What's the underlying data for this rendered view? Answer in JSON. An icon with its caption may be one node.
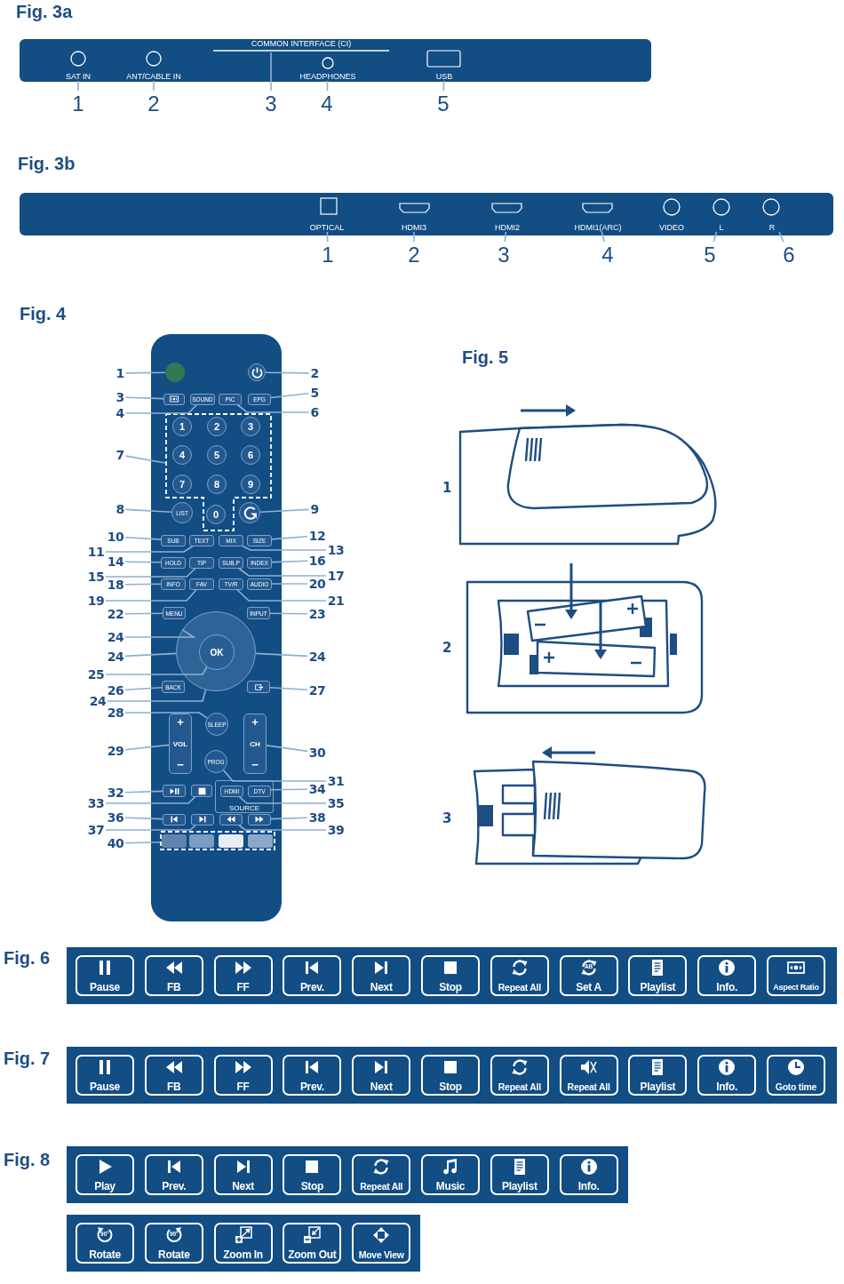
{
  "diagram": {
    "nodes": [
      {
        "text": [],
        "shape": "box"
      },
      {
        "text": [
          "SAT IN"
        ],
        "in": 0
      },
      {
        "text": [
          "ANT/CABLE IN"
        ],
        "in": 0
      },
      {
        "text": [
          "COMMON INTERFACE (CI)"
        ],
        "in": 0
      },
      {
        "text": [
          "HEADPHONES"
        ],
        "in": 0
      },
      {
        "text": [
          "USB"
        ],
        "in": 0
      },
      {
        "text": [
          "1"
        ]
      },
      {
        "text": [
          "2"
        ]
      },
      {
        "text": [
          "3"
        ]
      },
      {
        "text": [
          "4"
        ]
      },
      {
        "text": [
          "5"
        ]
      },
      {
        "text": [],
        "shape": "box"
      },
      {
        "text": [
          "OPTICAL"
        ],
        "in": 11
      },
      {
        "text": [
          "HDMI3"
        ],
        "in": 11
      },
      {
        "text": [
          "HDMI2"
        ],
        "in": 11
      },
      {
        "text": [
          "HDMI1(ARC)"
        ],
        "in": 11
      },
      {
        "text": [
          "VIDEO"
        ],
        "in": 11
      },
      {
        "text": [
          "L"
        ],
        "in": 11
      },
      {
        "text": [
          "R"
        ],
        "in": 11
      },
      {
        "text": [
          "1"
        ]
      },
      {
        "text": [
          "2"
        ]
      },
      {
        "text": [
          "3"
        ]
      },
      {
        "text": [
          "4"
        ]
      },
      {
        "text": [
          "5"
        ]
      },
      {
        "text": [
          "6"
        ]
      },
      {
        "text": [],
        "shape": "box"
      },
      {
        "text": [],
        "shape": "circle",
        "in": 25
      },
      {
        "text": [],
        "shape": "circle",
        "in": 25
      },
      {
        "text": [],
        "shape": "box",
        "in": 25
      },
      {
        "text": [
          "SOUND"
        ],
        "in": 25
      },
      {
        "text": [
          "PIC"
        ],
        "in": 25
      },
      {
        "text": [
          "EPG"
        ],
        "in": 25
      },
      {
        "text": [],
        "shape": "box",
        "in": 25
      },
      {
        "text": [
          "1"
        ],
        "in": 32
      },
      {
        "text": [
          "2"
        ],
        "in": 32
      },
      {
        "text": [
          "3"
        ],
        "in": 32
      },
      {
        "text": [
          "4"
        ],
        "in": 32
      },
      {
        "text": [
          "5"
        ],
        "in": 32
      },
      {
        "text": [
          "6"
        ],
        "in": 32
      },
      {
        "text": [
          "7"
        ],
        "in": 32
      },
      {
        "text": [
          "8"
        ],
        "in": 32
      },
      {
        "text": [
          "9"
        ],
        "in": 32
      },
      {
        "text": [
          "0"
        ],
        "in": 32
      },
      {
        "text": [
          "LIST"
        ],
        "in": 25
      },
      {
        "text": [],
        "shape": "circle",
        "in": 25
      },
      {
        "text": [
          "SUB"
        ],
        "in": 25
      },
      {
        "text": [
          "TEXT"
        ],
        "in": 25
      },
      {
        "text": [
          "MIX"
        ],
        "in": 25
      },
      {
        "text": [
          "SIZE"
        ],
        "in": 25
      },
      {
        "text": [
          "HOLD"
        ],
        "in": 25
      },
      {
        "text": [
          "TIP"
        ],
        "in": 25
      },
      {
        "text": [
          "SUB.P"
        ],
        "in": 25
      },
      {
        "text": [
          "INDEX"
        ],
        "in": 25
      },
      {
        "text": [
          "INFO"
        ],
        "in": 25
      },
      {
        "text": [
          "FAV"
        ],
        "in": 25
      },
      {
        "text": [
          "TV/R"
        ],
        "in": 25
      },
      {
        "text": [
          "AUDIO"
        ],
        "in": 25
      },
      {
        "text": [
          "MENU"
        ],
        "in": 25
      },
      {
        "text": [
          "INPUT"
        ],
        "in": 25
      },
      {
        "text": [],
        "shape": "circle",
        "in": 25
      },
      {
        "text": [
          "OK"
        ],
        "in": 59
      },
      {
        "text": [
          "BACK"
        ],
        "in": 25
      },
      {
        "text": [],
        "shape": "box",
        "in": 25
      },
      {
        "text": [
          "+",
          "VOL",
          "−"
        ],
        "in": 25
      },
      {
        "text": [
          "SLEEP"
        ],
        "in": 25
      },
      {
        "text": [
          "+",
          "CH",
          "−"
        ],
        "in": 25
      },
      {
        "text": [
          "PROG"
        ],
        "in": 25
      },
      {
        "text": [],
        "shape": "box",
        "in": 25
      },
      {
        "text": [],
        "shape": "box",
        "in": 25
      },
      {
        "text": [
          "SOURCE"
        ],
        "in": 25
      },
      {
        "text": [
          "HDMI"
        ],
        "in": 69
      },
      {
        "text": [
          "DTV"
        ],
        "in": 69
      },
      {
        "text": [],
        "shape": "box",
        "in": 25
      },
      {
        "text": [],
        "shape": "box",
        "in": 25
      },
      {
        "text": [],
        "shape": "box",
        "in": 25
      },
      {
        "text": [],
        "shape": "box",
        "in": 25
      },
      {
        "text": [],
        "shape": "box",
        "in": 25
      },
      {
        "text": [],
        "shape": "box",
        "in": 76
      },
      {
        "text": [],
        "shape": "box",
        "in": 76
      },
      {
        "text": [],
        "shape": "box",
        "in": 76
      },
      {
        "text": [],
        "shape": "box",
        "in": 76
      },
      {
        "text": [
          "1"
        ]
      },
      {
        "text": [
          "2"
        ]
      },
      {
        "text": [
          "3"
        ]
      },
      {
        "text": [
          "4"
        ]
      },
      {
        "text": [
          "5"
        ]
      },
      {
        "text": [
          "6"
        ]
      },
      {
        "text": [
          "7"
        ]
      },
      {
        "text": [
          "8"
        ]
      },
      {
        "text": [
          "9"
        ]
      },
      {
        "text": [
          "10"
        ]
      },
      {
        "text": [
          "11"
        ]
      },
      {
        "text": [
          "12"
        ]
      },
      {
        "text": [
          "13"
        ]
      },
      {
        "text": [
          "14"
        ]
      },
      {
        "text": [
          "15"
        ]
      },
      {
        "text": [
          "16"
        ]
      },
      {
        "text": [
          "17"
        ]
      },
      {
        "text": [
          "18"
        ]
      },
      {
        "text": [
          "19"
        ]
      },
      {
        "text": [
          "20"
        ]
      },
      {
        "text": [
          "21"
        ]
      },
      {
        "text": [
          "22"
        ]
      },
      {
        "text": [
          "23"
        ]
      },
      {
        "text": [
          "24"
        ]
      },
      {
        "text": [
          "24"
        ]
      },
      {
        "text": [
          "24"
        ]
      },
      {
        "text": [
          "25"
        ]
      },
      {
        "text": [
          "26"
        ]
      },
      {
        "text": [
          "27"
        ]
      },
      {
        "text": [
          "24"
        ]
      },
      {
        "text": [
          "28"
        ]
      },
      {
        "text": [
          "29"
        ]
      },
      {
        "text": [
          "30"
        ]
      },
      {
        "text": [
          "31"
        ]
      },
      {
        "text": [
          "32"
        ]
      },
      {
        "text": [
          "33"
        ]
      },
      {
        "text": [
          "34"
        ]
      },
      {
        "text": [
          "35"
        ]
      },
      {
        "text": [
          "36"
        ]
      },
      {
        "text": [
          "37"
        ]
      },
      {
        "text": [
          "38"
        ]
      },
      {
        "text": [
          "39"
        ]
      },
      {
        "text": [
          "40"
        ]
      },
      {
        "text": [],
        "shape": "box"
      },
      {
        "text": [
          "Pause"
        ],
        "in": 124
      },
      {
        "text": [
          "FB"
        ],
        "in": 124
      },
      {
        "text": [
          "FF"
        ],
        "in": 124
      },
      {
        "text": [
          "Prev."
        ],
        "in": 124
      },
      {
        "text": [
          "Next"
        ],
        "in": 124
      },
      {
        "text": [
          "Stop"
        ],
        "in": 124
      },
      {
        "text": [
          "Repeat All"
        ],
        "in": 124
      },
      {
        "text": [
          "AB",
          "Set A"
        ],
        "in": 124
      },
      {
        "text": [
          "Playlist"
        ],
        "in": 124
      },
      {
        "text": [
          "Info."
        ],
        "in": 124
      },
      {
        "text": [
          "Aspect Ratio"
        ],
        "in": 124
      },
      {
        "text": [],
        "shape": "box"
      },
      {
        "text": [
          "Pause"
        ],
        "in": 136
      },
      {
        "text": [
          "FB"
        ],
        "in": 136
      },
      {
        "text": [
          "FF"
        ],
        "in": 136
      },
      {
        "text": [
          "Prev."
        ],
        "in": 136
      },
      {
        "text": [
          "Next"
        ],
        "in": 136
      },
      {
        "text": [
          "Stop"
        ],
        "in": 136
      },
      {
        "text": [
          "Repeat All"
        ],
        "in": 136
      },
      {
        "text": [
          "Repeat All"
        ],
        "in": 136
      },
      {
        "text": [
          "Playlist"
        ],
        "in": 136
      },
      {
        "text": [
          "Info."
        ],
        "in": 136
      },
      {
        "text": [
          "Goto time"
        ],
        "in": 136
      },
      {
        "text": [],
        "shape": "box"
      },
      {
        "text": [
          "Play"
        ],
        "in": 148
      },
      {
        "text": [
          "Prev."
        ],
        "in": 148
      },
      {
        "text": [
          "Next"
        ],
        "in": 148
      },
      {
        "text": [
          "Stop"
        ],
        "in": 148
      },
      {
        "text": [
          "Repeat All"
        ],
        "in": 148
      },
      {
        "text": [
          "Music"
        ],
        "in": 148
      },
      {
        "text": [
          "Playlist"
        ],
        "in": 148
      },
      {
        "text": [
          "Info."
        ],
        "in": 148
      },
      {
        "text": [],
        "shape": "box"
      },
      {
        "text": [
          "90°",
          "Rotate"
        ],
        "in": 157
      },
      {
        "text": [
          "90°",
          "Rotate"
        ],
        "in": 157
      },
      {
        "text": [
          "Zoom In"
        ],
        "in": 157
      },
      {
        "text": [
          "Zoom Out"
        ],
        "in": 157
      },
      {
        "text": [
          "Move View"
        ],
        "in": 157
      }
    ],
    "edges": [
      {
        "from": 6,
        "to": 1,
        "arrow": "none"
      },
      {
        "from": 7,
        "to": 2,
        "arrow": "none"
      },
      {
        "from": 8,
        "to": 3,
        "arrow": "none"
      },
      {
        "from": 9,
        "to": 4,
        "arrow": "none"
      },
      {
        "from": 10,
        "to": 5,
        "arrow": "none"
      },
      {
        "from": 19,
        "to": 12,
        "arrow": "none"
      },
      {
        "from": 20,
        "to": 13,
        "arrow": "none"
      },
      {
        "from": 21,
        "to": 14,
        "arrow": "none"
      },
      {
        "from": 22,
        "to": 15,
        "arrow": "none"
      },
      {
        "from": 23,
        "to": 17,
        "arrow": "none"
      },
      {
        "from": 24,
        "to": 18,
        "arrow": "none"
      },
      {
        "from": 81,
        "to": 26,
        "arrow": "none"
      },
      {
        "from": 82,
        "to": 27,
        "arrow": "none"
      },
      {
        "from": 83,
        "to": 28,
        "arrow": "none"
      },
      {
        "from": 84,
        "to": 29,
        "arrow": "none"
      },
      {
        "from": 85,
        "to": 31,
        "arrow": "none"
      },
      {
        "from": 86,
        "to": 30,
        "arrow": "none"
      },
      {
        "from": 87,
        "to": 32,
        "arrow": "none"
      },
      {
        "from": 88,
        "to": 43,
        "arrow": "none"
      },
      {
        "from": 89,
        "to": 44,
        "arrow": "none"
      },
      {
        "from": 90,
        "to": 45,
        "arrow": "none"
      },
      {
        "from": 91,
        "to": 46,
        "arrow": "none"
      },
      {
        "from": 92,
        "to": 48,
        "arrow": "none"
      },
      {
        "from": 93,
        "to": 47,
        "arrow": "none"
      },
      {
        "from": 94,
        "to": 49,
        "arrow": "none"
      },
      {
        "from": 95,
        "to": 50,
        "arrow": "none"
      },
      {
        "from": 96,
        "to": 52,
        "arrow": "none"
      },
      {
        "from": 97,
        "to": 51,
        "arrow": "none"
      },
      {
        "from": 98,
        "to": 53,
        "arrow": "none"
      },
      {
        "from": 99,
        "to": 54,
        "arrow": "none"
      },
      {
        "from": 100,
        "to": 56,
        "arrow": "none"
      },
      {
        "from": 101,
        "to": 55,
        "arrow": "none"
      },
      {
        "from": 102,
        "to": 57,
        "arrow": "none"
      },
      {
        "from": 103,
        "to": 58,
        "arrow": "none"
      },
      {
        "from": 104,
        "to": 59,
        "arrow": "none"
      },
      {
        "from": 105,
        "to": 59,
        "arrow": "none"
      },
      {
        "from": 106,
        "to": 59,
        "arrow": "none"
      },
      {
        "from": 107,
        "to": 60,
        "arrow": "none"
      },
      {
        "from": 108,
        "to": 61,
        "arrow": "none"
      },
      {
        "from": 109,
        "to": 62,
        "arrow": "none"
      },
      {
        "from": 110,
        "to": 59,
        "arrow": "none"
      },
      {
        "from": 111,
        "to": 64,
        "arrow": "none"
      },
      {
        "from": 112,
        "to": 63,
        "arrow": "none"
      },
      {
        "from": 113,
        "to": 65,
        "arrow": "none"
      },
      {
        "from": 114,
        "to": 66,
        "arrow": "none"
      },
      {
        "from": 115,
        "to": 67,
        "arrow": "none"
      },
      {
        "from": 116,
        "to": 68,
        "arrow": "none"
      },
      {
        "from": 117,
        "to": 71,
        "arrow": "none"
      },
      {
        "from": 118,
        "to": 70,
        "arrow": "none"
      },
      {
        "from": 119,
        "to": 72,
        "arrow": "none"
      },
      {
        "from": 120,
        "to": 73,
        "arrow": "none"
      },
      {
        "from": 121,
        "to": 75,
        "arrow": "none"
      },
      {
        "from": 122,
        "to": 74,
        "arrow": "none"
      },
      {
        "from": 123,
        "to": 76,
        "arrow": "none"
      }
    ],
    "labels": [
      "Fig. 3a",
      "Fig. 3b",
      "Fig. 4",
      "Fig. 5",
      "1",
      "2",
      "3",
      "Fig. 6",
      "Fig. 7",
      "Fig. 8"
    ]
  }
}
